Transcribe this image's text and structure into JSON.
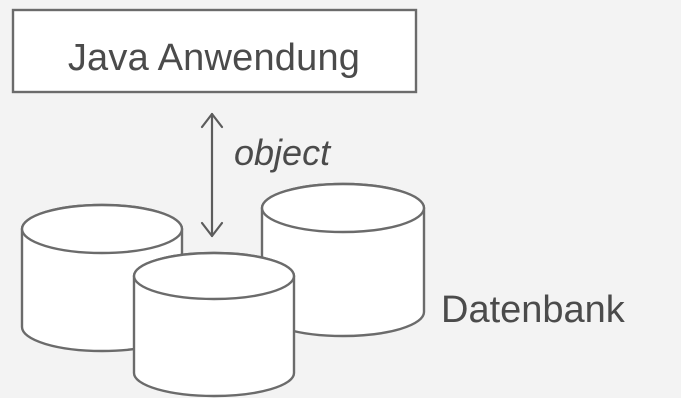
{
  "diagram": {
    "application_box": {
      "label": "Java Anwendung"
    },
    "relationship": {
      "label": "object"
    },
    "database": {
      "label": "Datenbank"
    }
  }
}
